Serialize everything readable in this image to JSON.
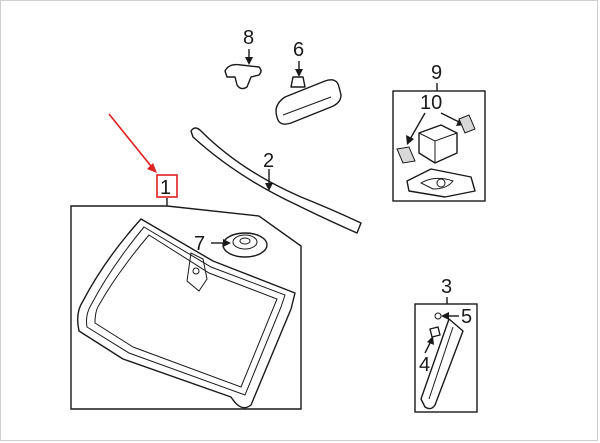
{
  "callouts": {
    "c1": "1",
    "c2": "2",
    "c3": "3",
    "c4": "4",
    "c5": "5",
    "c6": "6",
    "c7": "7",
    "c8": "8",
    "c9": "9",
    "c10": "10"
  },
  "colors": {
    "line": "#1a1a1a",
    "highlight": "#e02020",
    "border": "#cfcfcf"
  },
  "parts": [
    {
      "callout": "1",
      "part": "windshield-glass"
    },
    {
      "callout": "2",
      "part": "upper-molding"
    },
    {
      "callout": "3",
      "part": "garnish-panel-group"
    },
    {
      "callout": "4",
      "part": "clip"
    },
    {
      "callout": "5",
      "part": "nut"
    },
    {
      "callout": "6",
      "part": "rear-view-mirror"
    },
    {
      "callout": "7",
      "part": "rain-sensor"
    },
    {
      "callout": "8",
      "part": "mirror-mount"
    },
    {
      "callout": "9",
      "part": "sensor-module-group"
    },
    {
      "callout": "10",
      "part": "sensor-cover"
    }
  ]
}
